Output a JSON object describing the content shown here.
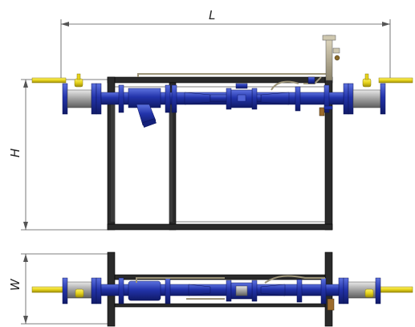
{
  "dimensions": {
    "length_label": "L",
    "height_label": "H",
    "width_label": "W"
  },
  "colors": {
    "pipe": "#2233aa",
    "pipe_dark": "#14207a",
    "pipe_light": "#4f63d6",
    "frame": "#111111",
    "frame_fill": "#2a2a2a",
    "gas_pipe": "#e6d21a",
    "gas_pipe_dark": "#a89a10",
    "steel": "#9a9a9a",
    "steel_light": "#d0d0d0",
    "tube": "#b0a890",
    "dim_line": "#555555"
  }
}
